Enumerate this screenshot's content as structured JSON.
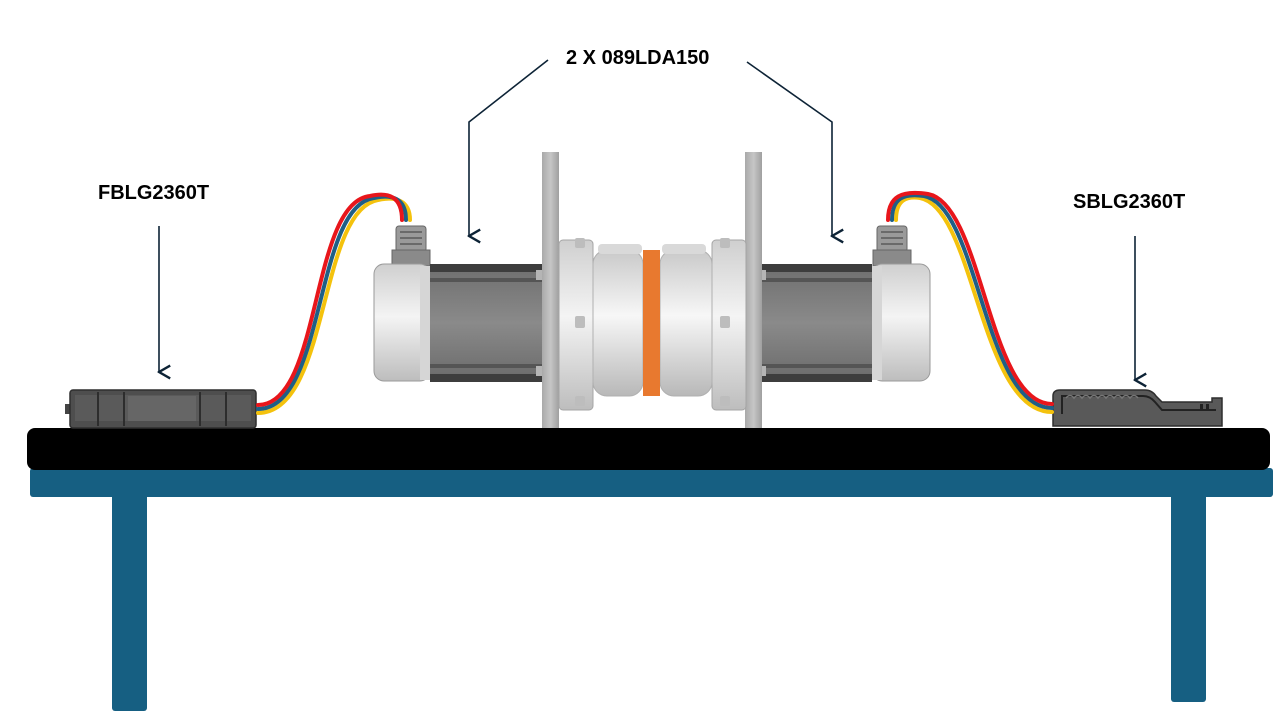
{
  "labels": {
    "motors": "2 X 089LDA150",
    "left_drive": "FBLG2360T",
    "right_drive": "SBLG2360T"
  },
  "colors": {
    "table_leg": "#165f82",
    "table_top": "#000000",
    "arrow": "#0d2336",
    "motor_body": "#7d7d7d",
    "coupling_band": "#e8792f",
    "wire_red": "#e8161b",
    "wire_blue": "#1f5f86",
    "wire_yellow": "#f4c20d"
  },
  "icons": {
    "motor": "servo-motor-icon",
    "drive": "motor-driver-icon",
    "coupling": "shaft-coupling-icon"
  }
}
